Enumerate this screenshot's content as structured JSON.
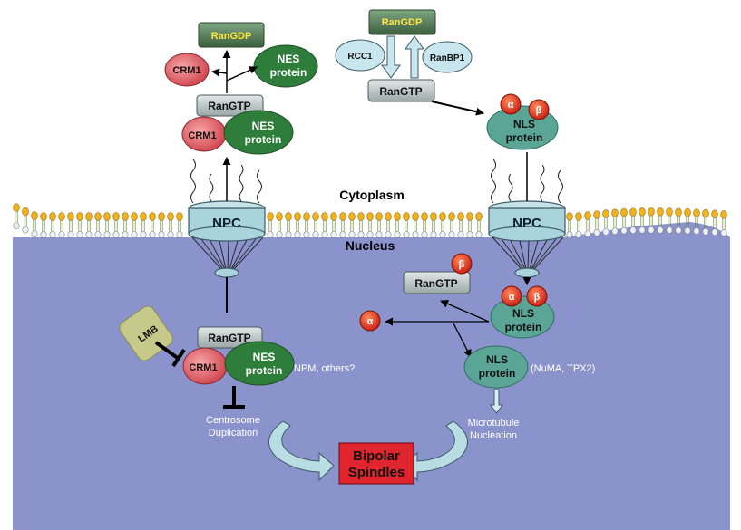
{
  "labels": {
    "cytoplasm": "Cytoplasm",
    "nucleus": "Nucleus",
    "npc": "NPC",
    "ran_gdp": "RanGDP",
    "ran_gtp": "RanGTP",
    "crm1": "CRM1",
    "nes_line1": "NES",
    "nes_line2": "protein",
    "nls_line1": "NLS",
    "nls_line2": "protein",
    "rcc1": "RCC1",
    "ranbp1": "RanBP1",
    "alpha": "α",
    "beta": "β",
    "lmb": "LMB",
    "npm_others": "NPM, others?",
    "numa_tpx2": "(NuMA, TPX2)",
    "centrosome_line1": "Centrosome",
    "centrosome_line2": "Duplication",
    "microtubule_line1": "Microtubule",
    "microtubule_line2": "Nucleation",
    "bipolar_line1": "Bipolar",
    "bipolar_line2": "Spindles"
  },
  "colors": {
    "nucleus_fill": "#8b93cc",
    "membrane_head": "#f2b21c",
    "npc_fill": "#a9d4dc",
    "nes_green": "#2e7d3a",
    "nls_teal": "#5aa596",
    "crm1_red": "#d9545c",
    "ran_gray": "#bcc6c6",
    "rangdp_green": "#5b8a5e",
    "rangdp_text": "#ffe640",
    "lmb_fill": "#c6c98a",
    "bipolar_red": "#e0252e",
    "alpha_beta_red": "#e4341e"
  }
}
